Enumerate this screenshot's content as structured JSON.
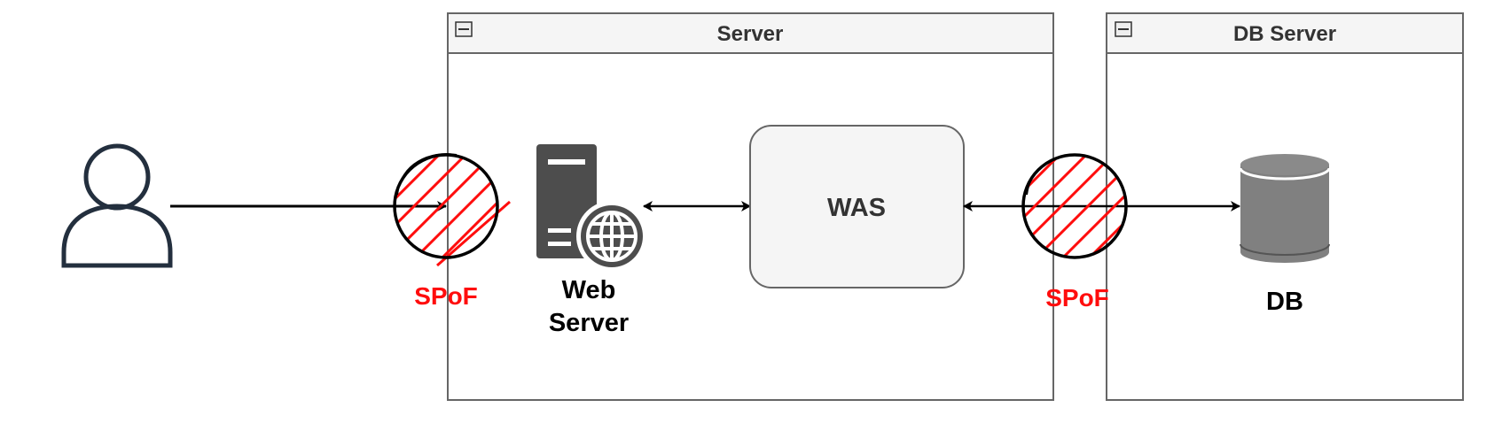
{
  "containers": {
    "server": {
      "title": "Server"
    },
    "db_server": {
      "title": "DB Server"
    }
  },
  "nodes": {
    "user": {
      "icon": "user-icon"
    },
    "web_server": {
      "label_line1": "Web",
      "label_line2": "Server",
      "icon": "web-server-icon"
    },
    "was": {
      "label": "WAS"
    },
    "db": {
      "label": "DB",
      "icon": "database-icon"
    }
  },
  "spof": [
    {
      "label": "SPoF"
    },
    {
      "label": "SPoF"
    }
  ],
  "colors": {
    "spof": "#ff0d0d",
    "container_border": "#666666",
    "container_header": "#f5f5f5",
    "was_fill": "#f5f5f5",
    "icon_dark": "#4d4d4d",
    "user_stroke": "#232f3e",
    "db_fill": "#808080"
  }
}
